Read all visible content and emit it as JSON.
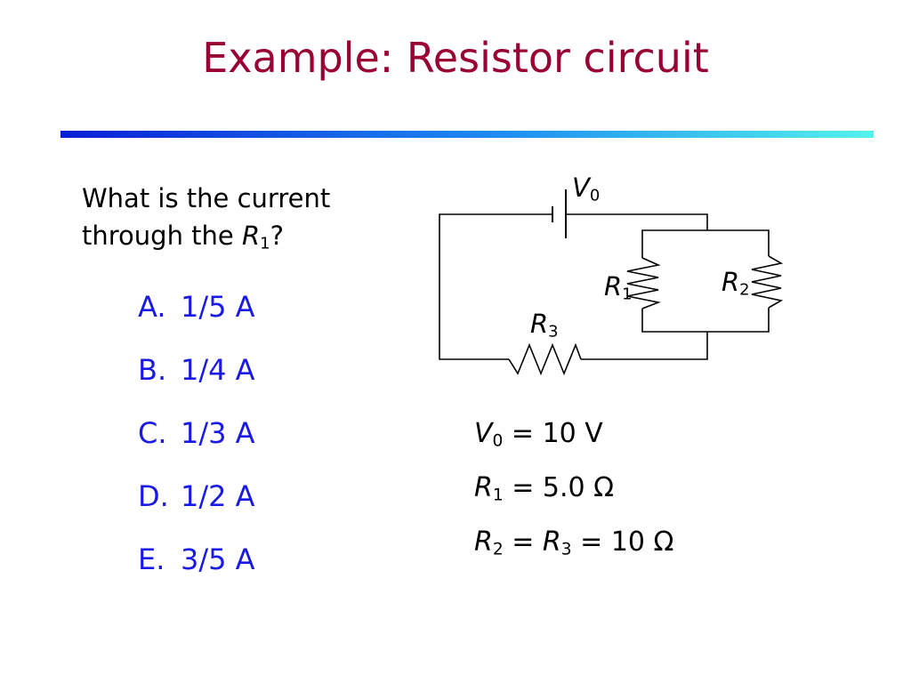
{
  "slide": {
    "title": "Example: Resistor circuit"
  },
  "question": {
    "line1": "What is the current",
    "line2_prefix": "through the ",
    "var": "R",
    "sub": "1",
    "suffix": "?"
  },
  "choices": [
    {
      "letter": "A.",
      "text": "1/5 A"
    },
    {
      "letter": "B.",
      "text": "1/4 A"
    },
    {
      "letter": "C.",
      "text": "1/3 A"
    },
    {
      "letter": "D.",
      "text": "1/2 A"
    },
    {
      "letter": "E.",
      "text": "3/5 A"
    }
  ],
  "circuit": {
    "battery_label": {
      "var": "V",
      "sub": "0"
    },
    "r1_label": {
      "var": "R",
      "sub": "1"
    },
    "r2_label": {
      "var": "R",
      "sub": "2"
    },
    "r3_label": {
      "var": "R",
      "sub": "3"
    }
  },
  "given": {
    "v0": {
      "var": "V",
      "sub": "0",
      "rest": " = 10 V"
    },
    "r1": {
      "var": "R",
      "sub": "1",
      "rest": " = 5.0 Ω"
    },
    "r2r3": {
      "var1": "R",
      "sub1": "2",
      "mid": " = ",
      "var2": "R",
      "sub2": "3",
      "rest": " = 10 Ω"
    }
  },
  "colors": {
    "title": "#990033",
    "choices": "#1a1ae6",
    "rule_start": "#0a1fd6",
    "rule_end": "#55f2ec"
  }
}
